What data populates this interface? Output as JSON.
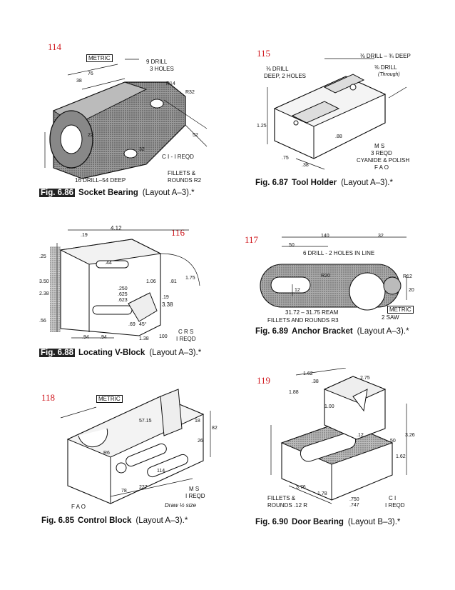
{
  "figures": [
    {
      "number": "114",
      "fig": "Fig. 6.86",
      "title": "Socket Bearing",
      "layout": "(Layout A–3).*",
      "labels": [
        "METRIC",
        "9 DRILL",
        "3 HOLES",
        "76",
        "38",
        "R14",
        "R32",
        "52",
        "C I - I REQD",
        "FILLETS &",
        "ROUNDS R2",
        "16 DRILL–54 DEEP",
        "22",
        "32"
      ]
    },
    {
      "number": "115",
      "fig": "Fig. 6.87",
      "title": "Tool Holder",
      "layout": "(Layout A–3).*",
      "labels": [
        "⅜ DRILL – ¾ DEEP",
        "⅜ DRILL",
        "(Through)",
        "⅜ DRILL",
        "DEEP, 2 HOLES",
        "M S",
        "3 REQD",
        "CYANIDE & POLISH",
        "F A O",
        ".38",
        ".75",
        "1.25",
        ".88"
      ]
    },
    {
      "number": "116",
      "fig": "Fig. 6.88",
      "title": "Locating V-Block",
      "layout": "(Layout A–3).*",
      "labels": [
        "4.12",
        ".19",
        ".25",
        ".44",
        "3.50",
        "2.38",
        ".56",
        "1.06",
        ".81",
        "1.75",
        ".19",
        "3.38",
        ".69",
        "45°",
        ".94",
        ".94",
        "1.38",
        "100",
        "C R S",
        "I REQD",
        ".250",
        ".625",
        ".623"
      ]
    },
    {
      "number": "117",
      "fig": "Fig. 6.89",
      "title": "Anchor Bracket",
      "layout": "(Layout A–3).*",
      "labels": [
        "140",
        "32",
        "50",
        "6 DRILL - 2 HOLES IN LINE",
        "R20",
        "R12",
        "METRIC",
        "31.72 – 31.75 REAM",
        "FILLETS AND ROUNDS R3",
        "2 SAW",
        "12",
        "20"
      ]
    },
    {
      "number": "118",
      "fig": "Fig. 6.85",
      "title": "Control Block",
      "layout": "(Layout A–3).*",
      "labels": [
        "METRIC",
        "57.15",
        "82",
        "18",
        "26",
        "R6",
        "114",
        "78",
        "227",
        "F A O",
        "M S",
        "I REQD",
        "Draw ½ size"
      ]
    },
    {
      "number": "119",
      "fig": "Fig. 6.90",
      "title": "Door Bearing",
      "layout": "(Layout B–3).*",
      "labels": [
        "1.62",
        "2.75",
        "1.88",
        ".38",
        "1.00",
        "3.26",
        "1.62",
        "3.76",
        "1.78",
        ".50",
        "FILLETS &",
        "ROUNDS .12 R",
        ".750",
        ".747",
        "C I",
        "I REQD",
        ".12"
      ]
    }
  ]
}
